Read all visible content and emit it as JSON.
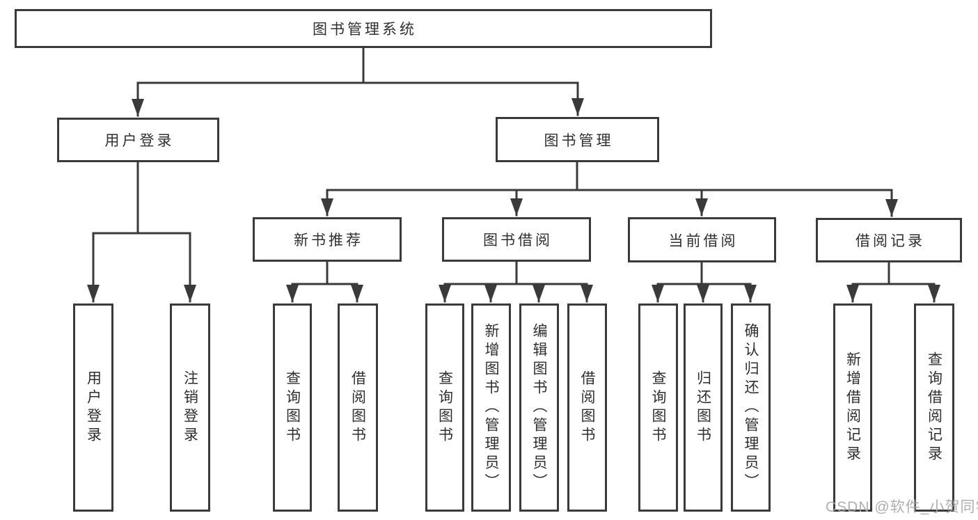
{
  "diagram": {
    "type": "hierarchy-tree",
    "title": "图书管理系统",
    "nodes": {
      "root": "图书管理系统",
      "user_login": "用户登录",
      "book_management": "图书管理",
      "new_book_recommend": "新书推荐",
      "book_borrow": "图书借阅",
      "current_borrow": "当前借阅",
      "borrow_records": "借阅记录",
      "leaf_user_login": "用户登录",
      "leaf_logout": "注销登录",
      "leaf_query_books_1": "查询图书",
      "leaf_borrow_books_1": "借阅图书",
      "leaf_query_books_2": "查询图书",
      "leaf_add_book_admin": "新增图书（管理员）",
      "leaf_edit_book_admin": "编辑图书（管理员）",
      "leaf_borrow_books_2": "借阅图书",
      "leaf_query_books_3": "查询图书",
      "leaf_return_book": "归还图书",
      "leaf_confirm_return_admin": "确认归还（管理员）",
      "leaf_add_borrow_record": "新增借阅记录",
      "leaf_query_borrow_record": "查询借阅记录"
    },
    "hierarchy": {
      "图书管理系统": {
        "用户登录": [
          "用户登录",
          "注销登录"
        ],
        "图书管理": {
          "新书推荐": [
            "查询图书",
            "借阅图书"
          ],
          "图书借阅": [
            "查询图书",
            "新增图书（管理员）",
            "编辑图书（管理员）",
            "借阅图书"
          ],
          "当前借阅": [
            "查询图书",
            "归还图书",
            "确认归还（管理员）"
          ],
          "借阅记录": [
            "新增借阅记录",
            "查询借阅记录"
          ]
        }
      }
    },
    "colors": {
      "line": "#3a3a3a",
      "text": "#2f2f2f",
      "background": "#ffffff",
      "watermark": "#a8a8a8"
    }
  },
  "watermark": "CSDN @软件_小贺同学"
}
